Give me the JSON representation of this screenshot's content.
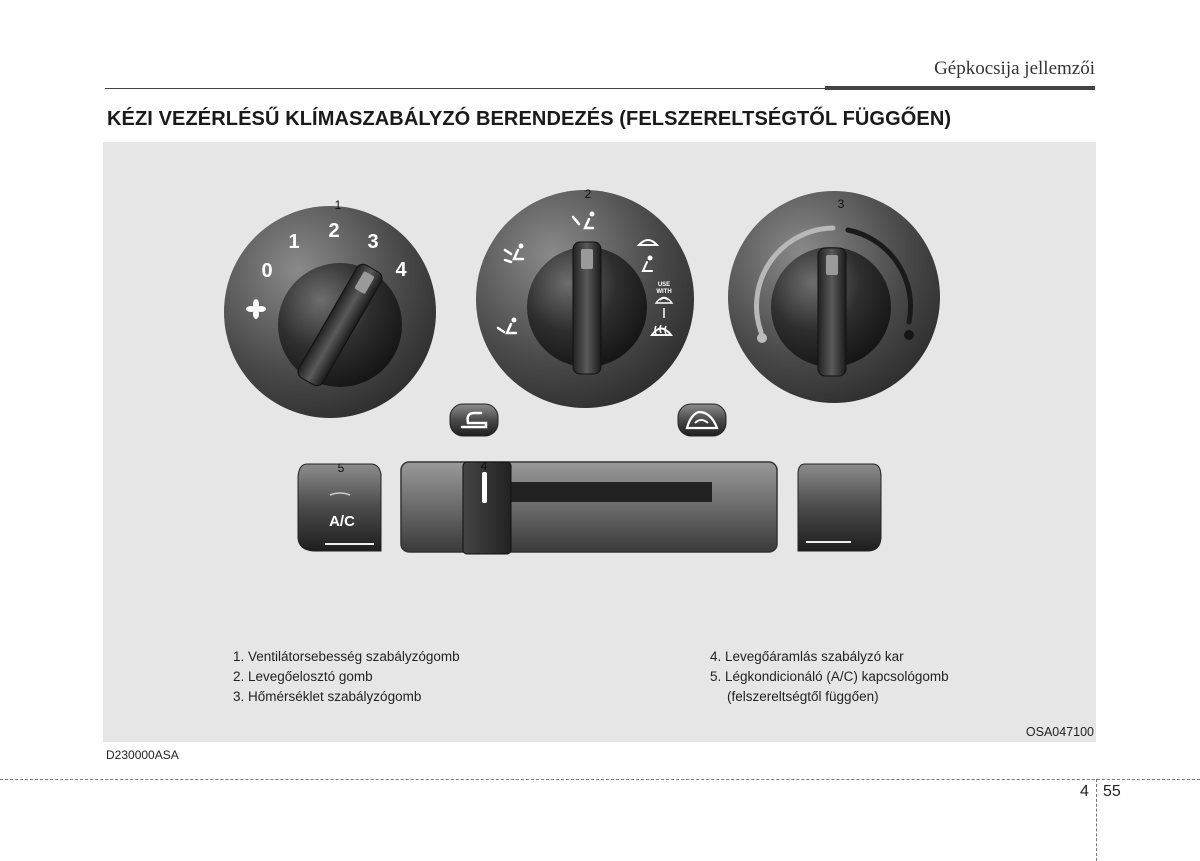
{
  "header": {
    "title": "Gépkocsija jellemzői"
  },
  "section": {
    "title": "KÉZI VEZÉRLÉSŰ KLÍMASZABÁLYZÓ BERENDEZÉS (FELSZERELTSÉGTŐL FÜGGŐEN)"
  },
  "figure": {
    "callouts": [
      "1",
      "2",
      "3",
      "4",
      "5"
    ],
    "fan_dial_numbers": [
      "0",
      "1",
      "2",
      "3",
      "4"
    ],
    "mode_dial_text": [
      "USE",
      "WITH"
    ],
    "ac_button_label": "A/C",
    "figure_code": "OSA047100"
  },
  "legend": {
    "left": [
      "1. Ventilátorsebesség szabályzógomb",
      "2. Levegőelosztó gomb",
      "3. Hőmérséklet szabályzógomb"
    ],
    "right": [
      "4. Levegőáramlás szabályzó kar",
      "5. Légkondicionáló (A/C) kapcsológomb",
      "(felszereltségtől függően)"
    ]
  },
  "reference_code": "D230000ASA",
  "footer": {
    "chapter": "4",
    "page": "55"
  }
}
